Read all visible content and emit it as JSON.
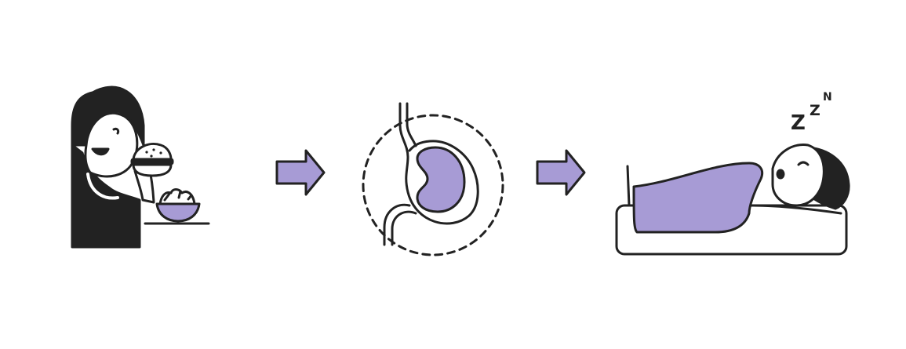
{
  "diagram": {
    "steps": [
      {
        "id": "eating",
        "icon": "person-eating-burger-icon"
      },
      {
        "id": "digesting",
        "icon": "stomach-icon"
      },
      {
        "id": "sleeping",
        "icon": "person-sleeping-icon"
      }
    ],
    "arrows": [
      "right-arrow-icon",
      "right-arrow-icon"
    ],
    "sleep_sound": {
      "z1": "Z",
      "z2": "Z",
      "z3": "N"
    }
  },
  "colors": {
    "accent": "#a79bd5",
    "ink": "#222222",
    "background": "#ffffff"
  }
}
